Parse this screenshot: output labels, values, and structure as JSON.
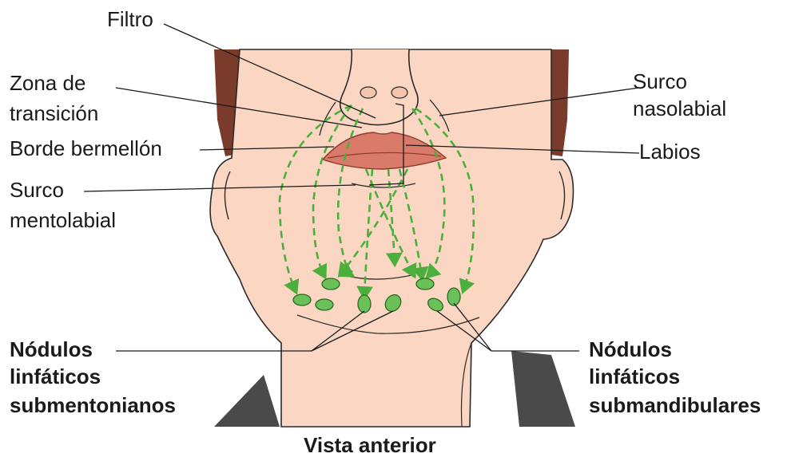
{
  "labels": {
    "filtro": "Filtro",
    "zona_1": "Zona de",
    "zona_2": "transición",
    "borde": "Borde bermellón",
    "surco_mento_1": "Surco",
    "surco_mento_2": "mentolabial",
    "surco_naso_1": "Surco",
    "surco_naso_2": "nasolabial",
    "labios": "Labios",
    "submentonianos_1": "Nódulos",
    "submentonianos_2": "linfáticos",
    "submentonianos_3": "submentonianos",
    "submandibulares_1": "Nódulos",
    "submandibulares_2": "linfáticos",
    "submandibulares_3": "submandibulares"
  },
  "caption": "Vista anterior",
  "colors": {
    "skin": "#fbd7c3",
    "hair": "#7a3b2a",
    "lips": "#d97a6a",
    "lymph": "#4caf3c",
    "shirt": "#4a4a4a",
    "lines": "#1a1a1a"
  }
}
